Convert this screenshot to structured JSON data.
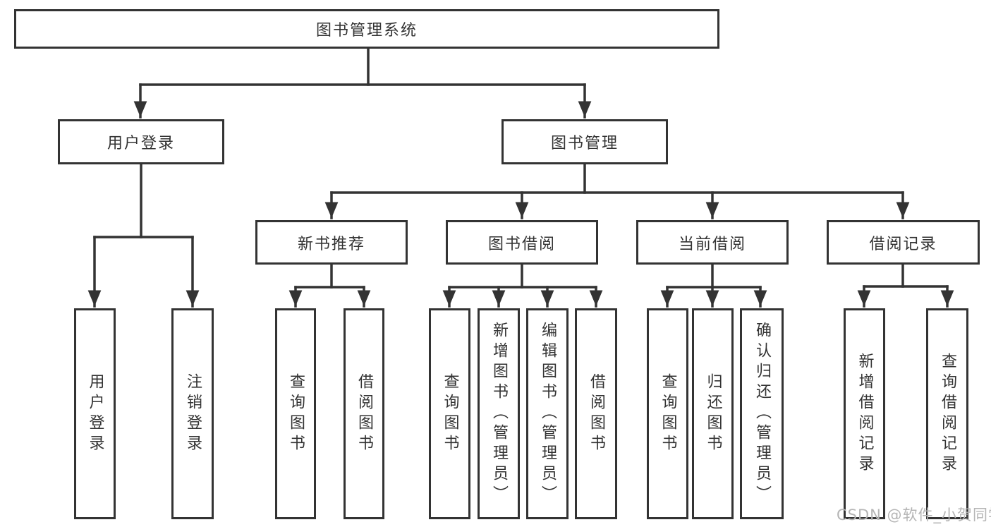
{
  "diagram": {
    "title": "图书管理系统",
    "root": {
      "label": "图书管理系统",
      "children": [
        {
          "label": "用户登录",
          "children": [
            {
              "label": "用户登录"
            },
            {
              "label": "注销登录"
            }
          ]
        },
        {
          "label": "图书管理",
          "children": [
            {
              "label": "新书推荐",
              "children": [
                {
                  "label": "查询图书"
                },
                {
                  "label": "借阅图书"
                }
              ]
            },
            {
              "label": "图书借阅",
              "children": [
                {
                  "label": "查询图书"
                },
                {
                  "label": "新增图书（管理员）"
                },
                {
                  "label": "编辑图书（管理员）"
                },
                {
                  "label": "借阅图书"
                }
              ]
            },
            {
              "label": "当前借阅",
              "children": [
                {
                  "label": "查询图书"
                },
                {
                  "label": "归还图书"
                },
                {
                  "label": "确认归还（管理员）"
                }
              ]
            },
            {
              "label": "借阅记录",
              "children": [
                {
                  "label": "新增借阅记录"
                },
                {
                  "label": "查询借阅记录"
                }
              ]
            }
          ]
        }
      ]
    },
    "line_color": "#333333",
    "box_background": "#ffffff"
  },
  "watermark": {
    "text": "CSDN @软件_小贺同学"
  }
}
